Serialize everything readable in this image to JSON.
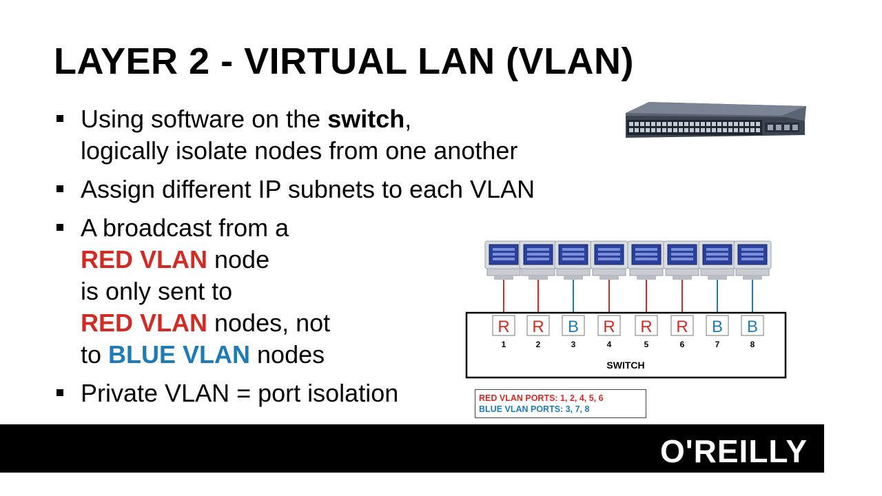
{
  "slide": {
    "title": "LAYER 2 - VIRTUAL LAN (VLAN)",
    "bullets": {
      "b1_pre": "Using software on the ",
      "b1_bold": "switch",
      "b1_post": ",",
      "b1_line2": "logically isolate nodes from one another",
      "b2": "Assign different IP subnets to each VLAN",
      "b3_line1": "A broadcast from a",
      "b3_red1": "RED VLAN",
      "b3_node": " node",
      "b3_line3": "is only sent to",
      "b3_red2": "RED VLAN",
      "b3_nodes_not": " nodes, not",
      "b3_to": "to ",
      "b3_blue": "BLUE VLAN",
      "b3_nodes": " nodes",
      "b4": "Private VLAN = port isolation"
    }
  },
  "diagram": {
    "switch_label": "SWITCH",
    "ports": [
      {
        "letter": "R",
        "number": "1",
        "vlan": "red"
      },
      {
        "letter": "R",
        "number": "2",
        "vlan": "red"
      },
      {
        "letter": "B",
        "number": "3",
        "vlan": "blue"
      },
      {
        "letter": "R",
        "number": "4",
        "vlan": "red"
      },
      {
        "letter": "R",
        "number": "5",
        "vlan": "red"
      },
      {
        "letter": "R",
        "number": "6",
        "vlan": "red"
      },
      {
        "letter": "B",
        "number": "7",
        "vlan": "blue"
      },
      {
        "letter": "B",
        "number": "8",
        "vlan": "blue"
      }
    ],
    "legend": {
      "red": "RED VLAN PORTS: 1, 2, 4, 5, 6",
      "blue": "BLUE VLAN PORTS: 3, 7, 8"
    },
    "colors": {
      "red": "#d42a24",
      "blue": "#1d7cb8"
    }
  },
  "footer": {
    "logo": "O'REILLY"
  }
}
